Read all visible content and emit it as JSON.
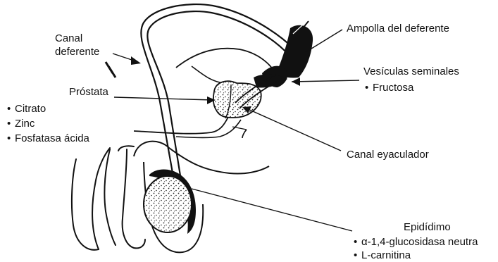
{
  "labels": {
    "canal_deferente_line1": "Canal",
    "canal_deferente_line2": "deferente",
    "ampolla": "Ampolla del deferente",
    "vesiculas": "Vesículas seminales",
    "fructosa": "Fructosa",
    "prostata": "Próstata",
    "citrato": "Citrato",
    "zinc": "Zinc",
    "fosfatasa": "Fosfatasa ácida",
    "canal_eyaculador": "Canal eyaculador",
    "epididimo": "Epidídimo",
    "glucosidasa": "α-1,4-glucosidasa neutra",
    "carnitina": "L-carnitina"
  },
  "bullet_symbol": "•",
  "colors": {
    "ink": "#111111",
    "background": "#ffffff"
  }
}
